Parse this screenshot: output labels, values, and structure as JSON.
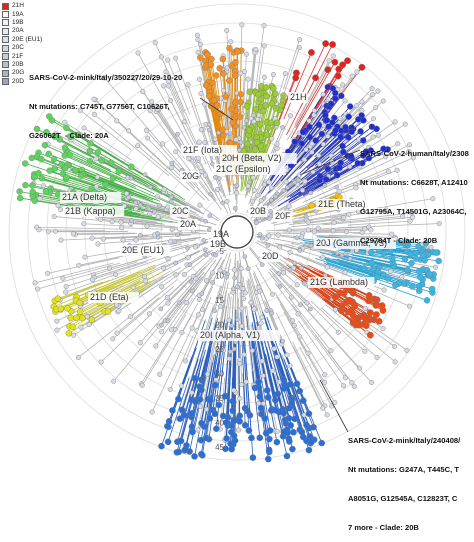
{
  "legend": [
    {
      "label": "21H",
      "color": "#e8201c"
    },
    {
      "label": "19A",
      "color": "#f7fbff"
    },
    {
      "label": "19B",
      "color": "#eef3fa"
    },
    {
      "label": "20A",
      "color": "#e4ebf5"
    },
    {
      "label": "20E (EU1)",
      "color": "#d9e2ef"
    },
    {
      "label": "20C",
      "color": "#cdd7e6"
    },
    {
      "label": "21F",
      "color": "#c2cde0"
    },
    {
      "label": "20B",
      "color": "#b3c0d6"
    },
    {
      "label": "20G",
      "color": "#a7b4cc"
    },
    {
      "label": "20D",
      "color": "#97a5bf"
    }
  ],
  "annotations": [
    {
      "id": "mink1",
      "lines": [
        "SARS-CoV-2-mink/Italy/350227/20/29-10-20",
        "Nt mutations: C745T, G7756T, C10626T,",
        "G26062T  - Clade: 20A"
      ]
    },
    {
      "id": "human",
      "lines": [
        "SARS-CoV-2-human/Italy/2308",
        "Nt mutations: C6628T, A12410",
        "G12795A, T14501G, A23064C,",
        "C29784T - Clade: 20B"
      ]
    },
    {
      "id": "mink2",
      "lines": [
        "SARS-CoV-2-mink/Italy/240408/",
        "Nt mutations: G247A, T445C, T",
        "A8051G, G12545A, C12823T, C",
        "7 more - Clade: 20B"
      ]
    }
  ],
  "clade_labels": [
    {
      "text": "21H",
      "color": "#333333"
    },
    {
      "text": "21F (Iota)",
      "color": "#333333"
    },
    {
      "text": "20H (Beta, V2)",
      "color": "#333333"
    },
    {
      "text": "21C (Epsilon)",
      "color": "#333333"
    },
    {
      "text": "20G",
      "color": "#333333"
    },
    {
      "text": "20C",
      "color": "#333333"
    },
    {
      "text": "21A (Delta)",
      "color": "#333333"
    },
    {
      "text": "21B (Kappa)",
      "color": "#333333"
    },
    {
      "text": "20A",
      "color": "#333333"
    },
    {
      "text": "19A",
      "color": "#333333"
    },
    {
      "text": "19B",
      "color": "#333333"
    },
    {
      "text": "20E (EU1)",
      "color": "#333333"
    },
    {
      "text": "21D (Eta)",
      "color": "#333333"
    },
    {
      "text": "20B",
      "color": "#333333"
    },
    {
      "text": "20F",
      "color": "#333333"
    },
    {
      "text": "21E (Theta)",
      "color": "#333333"
    },
    {
      "text": "20J (Gamma, V3)",
      "color": "#333333"
    },
    {
      "text": "20D",
      "color": "#333333"
    },
    {
      "text": "21G (Lambda)",
      "color": "#333333"
    },
    {
      "text": "20I (Alpha, V1)",
      "color": "#333333"
    }
  ],
  "scale_ticks": [
    "5",
    "10",
    "15",
    "20",
    "25",
    "30",
    "35",
    "40",
    "45"
  ],
  "groups": [
    {
      "name": "21H",
      "color": "#e8201c"
    },
    {
      "name": "20H (Beta, V2)",
      "color": "#1f2fd0"
    },
    {
      "name": "21H-orange",
      "color": "#f5901e"
    },
    {
      "name": "21F (Iota)",
      "color": "#9acd32"
    },
    {
      "name": "21A (Delta)",
      "color": "#5fd35f"
    },
    {
      "name": "21D (Eta)",
      "color": "#e3e31a"
    },
    {
      "name": "20J (Gamma, V3)",
      "color": "#38b6e6"
    },
    {
      "name": "21G (Lambda)",
      "color": "#ee4a16"
    },
    {
      "name": "20I (Alpha, V1)",
      "color": "#2a6fd8"
    },
    {
      "name": "21E (Theta)",
      "color": "#ffc400"
    }
  ]
}
